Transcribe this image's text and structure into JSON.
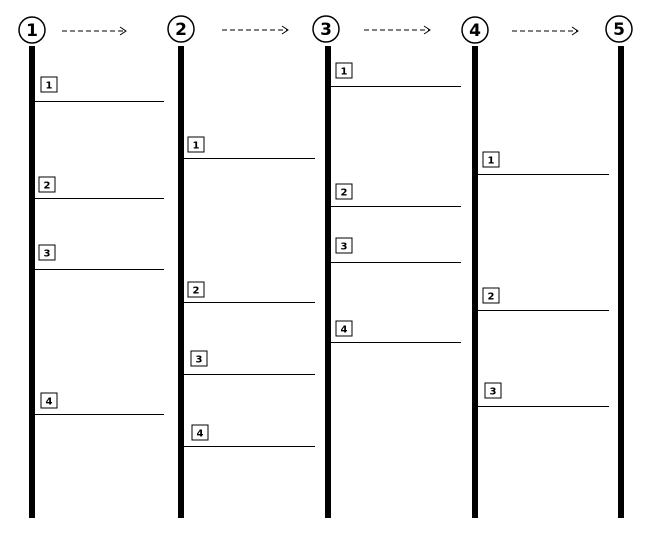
{
  "nodes": [
    {
      "label": "1"
    },
    {
      "label": "2"
    },
    {
      "label": "3"
    },
    {
      "label": "4"
    },
    {
      "label": "5"
    }
  ],
  "lanes": [
    {
      "markers": [
        {
          "label": "1"
        },
        {
          "label": "2"
        },
        {
          "label": "3"
        },
        {
          "label": "4"
        }
      ]
    },
    {
      "markers": [
        {
          "label": "1"
        },
        {
          "label": "2"
        },
        {
          "label": "3"
        },
        {
          "label": "4"
        }
      ]
    },
    {
      "markers": [
        {
          "label": "1"
        },
        {
          "label": "2"
        },
        {
          "label": "3"
        },
        {
          "label": "4"
        }
      ]
    },
    {
      "markers": [
        {
          "label": "1"
        },
        {
          "label": "2"
        },
        {
          "label": "3"
        }
      ]
    }
  ],
  "colors": {
    "line": "#000000",
    "background": "#ffffff"
  }
}
